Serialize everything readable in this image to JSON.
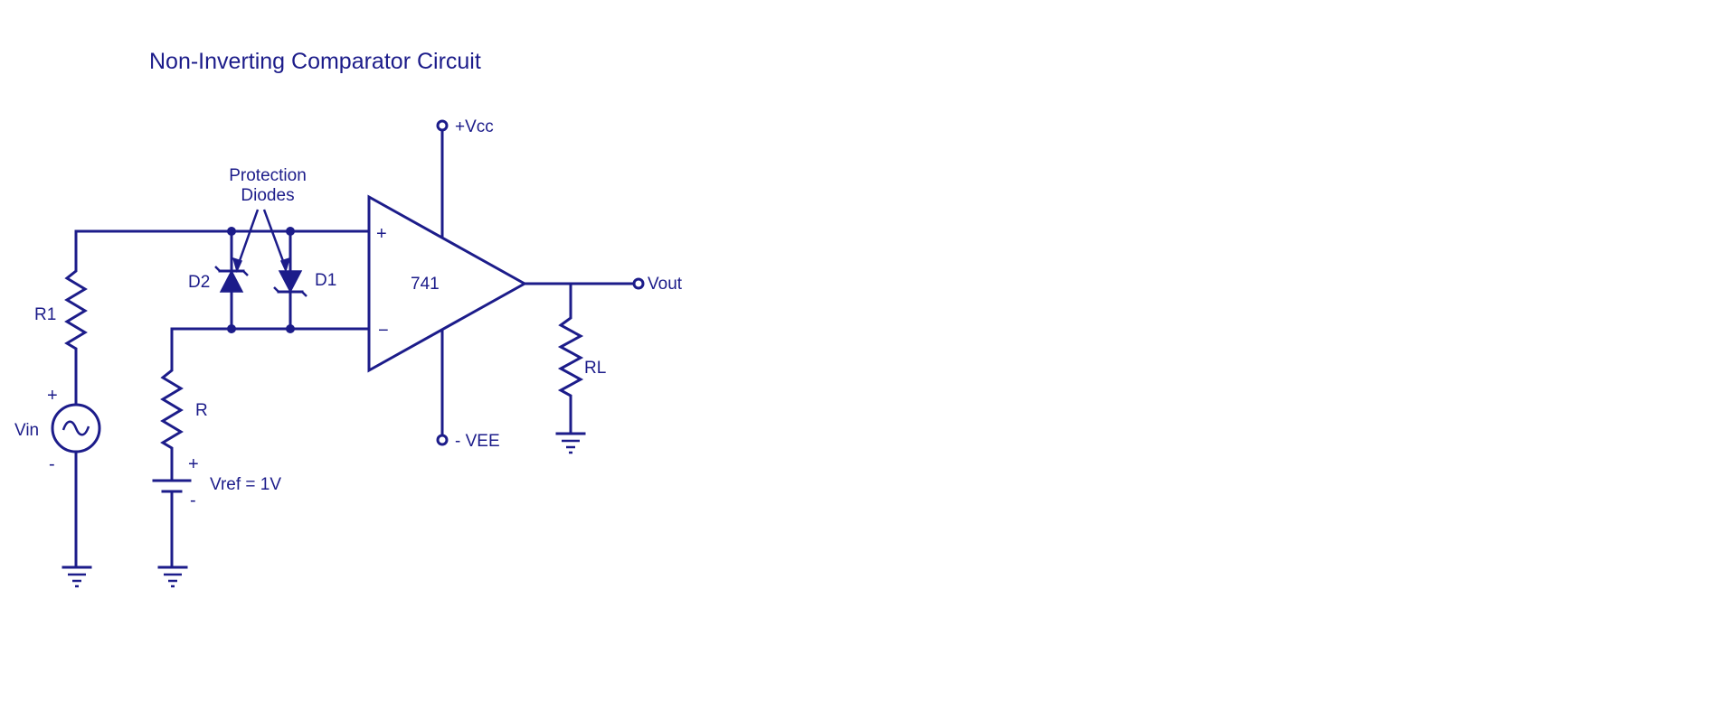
{
  "title": "Non-Inverting Comparator Circuit",
  "labels": {
    "vcc": "+Vcc",
    "vee": "- VEE",
    "vout": "Vout",
    "opamp": "741",
    "plus_input": "+",
    "minus_input": "−",
    "protection_line1": "Protection",
    "protection_line2": "Diodes",
    "d1": "D1",
    "d2": "D2",
    "r1": "R1",
    "r": "R",
    "rl": "RL",
    "vin": "Vin",
    "vin_plus": "+",
    "vin_minus": "-",
    "vref": "Vref = 1V",
    "vref_plus": "+",
    "vref_minus": "-"
  },
  "colors": {
    "ink": "#1c1c8a",
    "background": "#ffffff"
  }
}
